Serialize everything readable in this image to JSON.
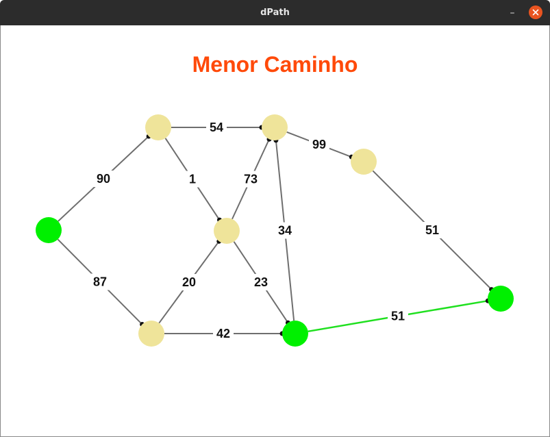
{
  "window": {
    "title": "dPath",
    "minimize_symbol": "–",
    "close_icon": "close-icon"
  },
  "heading": {
    "text": "Menor Caminho",
    "color": "#ff4a0a"
  },
  "colors": {
    "edge": "#6e6e6e",
    "path_edge": "#1fe01f",
    "node_default": "#efe49a",
    "node_path": "#00f000",
    "label": "#111111"
  },
  "graph": {
    "nodes": [
      {
        "id": "A",
        "on_path": true
      },
      {
        "id": "B",
        "on_path": false
      },
      {
        "id": "C",
        "on_path": false
      },
      {
        "id": "D",
        "on_path": false
      },
      {
        "id": "E",
        "on_path": false
      },
      {
        "id": "F",
        "on_path": true
      },
      {
        "id": "G",
        "on_path": false
      },
      {
        "id": "H",
        "on_path": true
      }
    ],
    "edges": [
      {
        "from": "A",
        "to": "B",
        "weight": "90",
        "on_path": false
      },
      {
        "from": "A",
        "to": "C",
        "weight": "87",
        "on_path": false
      },
      {
        "from": "B",
        "to": "E",
        "weight": "54",
        "on_path": false
      },
      {
        "from": "B",
        "to": "D",
        "weight": "1",
        "on_path": false
      },
      {
        "from": "D",
        "to": "E",
        "weight": "73",
        "on_path": false
      },
      {
        "from": "C",
        "to": "D",
        "weight": "20",
        "on_path": false
      },
      {
        "from": "D",
        "to": "F",
        "weight": "23",
        "on_path": false
      },
      {
        "from": "F",
        "to": "E",
        "weight": "34",
        "on_path": false
      },
      {
        "from": "E",
        "to": "G",
        "weight": "99",
        "on_path": false
      },
      {
        "from": "G",
        "to": "H",
        "weight": "51",
        "on_path": false
      },
      {
        "from": "C",
        "to": "F",
        "weight": "42",
        "on_path": false
      },
      {
        "from": "F",
        "to": "H",
        "weight": "51",
        "on_path": true
      }
    ]
  }
}
